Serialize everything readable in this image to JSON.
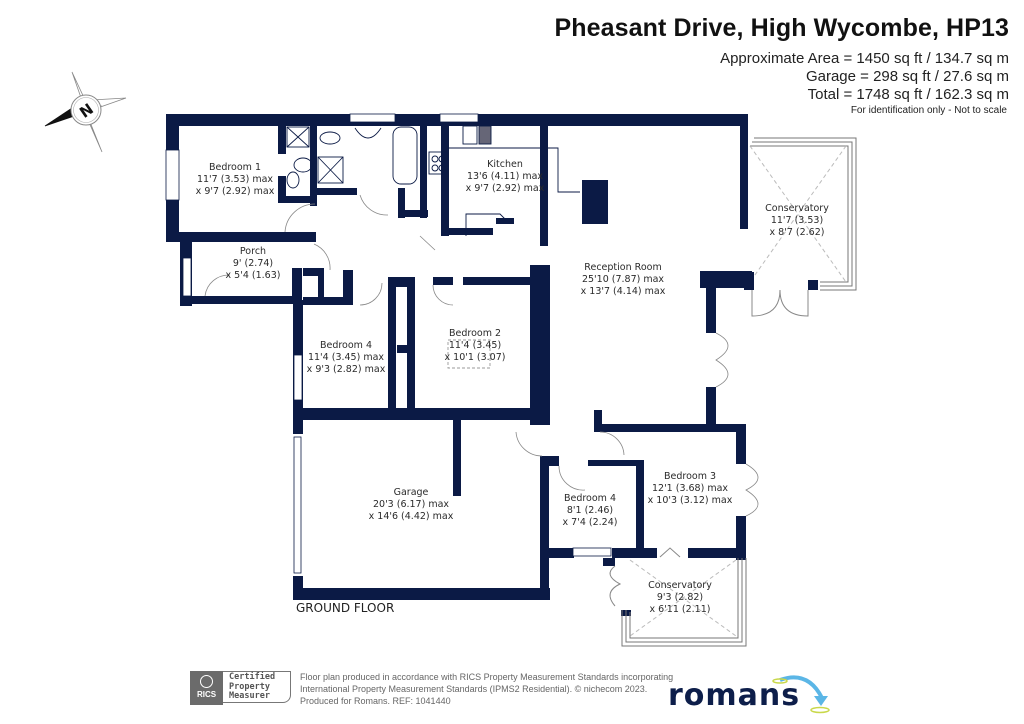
{
  "header": {
    "title": "Pheasant Drive, High Wycombe, HP13",
    "areas": [
      "Approximate Area = 1450 sq ft / 134.7 sq m",
      "Garage = 298 sq ft / 27.6 sq m",
      "Total = 1748 sq ft / 162.3 sq m"
    ],
    "note": "For identification only - Not to scale"
  },
  "compass": {
    "label": "N"
  },
  "floor_label": "GROUND FLOOR",
  "colors": {
    "wall": "#0b1a45",
    "window": "#ffffff",
    "text": "#2a2a2a",
    "brand": "#0d1e4a",
    "brand_accent": "#5bb6e6"
  },
  "rooms": [
    {
      "name": "Bedroom 1",
      "dim1": "11'7 (3.53) max",
      "dim2": "x 9'7 (2.92) max"
    },
    {
      "name": "Kitchen",
      "dim1": "13'6 (4.11) max",
      "dim2": "x 9'7 (2.92) max"
    },
    {
      "name": "Conservatory",
      "dim1": "11'7 (3.53)",
      "dim2": "x 8'7 (2.62)"
    },
    {
      "name": "Porch",
      "dim1": "9' (2.74)",
      "dim2": "x 5'4 (1.63)"
    },
    {
      "name": "Reception Room",
      "dim1": "25'10 (7.87) max",
      "dim2": "x 13'7 (4.14) max"
    },
    {
      "name": "Bedroom 4",
      "dim1": "11'4 (3.45) max",
      "dim2": "x 9'3 (2.82) max"
    },
    {
      "name": "Bedroom 2",
      "dim1": "11'4 (3.45)",
      "dim2": "x 10'1 (3.07)"
    },
    {
      "name": "Garage",
      "dim1": "20'3 (6.17) max",
      "dim2": "x 14'6 (4.42) max"
    },
    {
      "name": "Bedroom 4",
      "dim1": "8'1 (2.46)",
      "dim2": "x 7'4 (2.24)"
    },
    {
      "name": "Bedroom 3",
      "dim1": "12'1 (3.68) max",
      "dim2": "x 10'3 (3.12) max"
    },
    {
      "name": "Conservatory",
      "dim1": "9'3 (2.82)",
      "dim2": "x 6'11 (2.11)"
    }
  ],
  "footer": {
    "rics": "RICS",
    "certified": [
      "Certified",
      "Property",
      "Measurer"
    ],
    "text": [
      "Floor plan produced in accordance with RICS Property Measurement Standards incorporating",
      "International Property Measurement Standards (IPMS2 Residential).   © nichecom 2023.",
      "Produced for Romans.   REF: 1041440"
    ],
    "logo": "romans"
  }
}
